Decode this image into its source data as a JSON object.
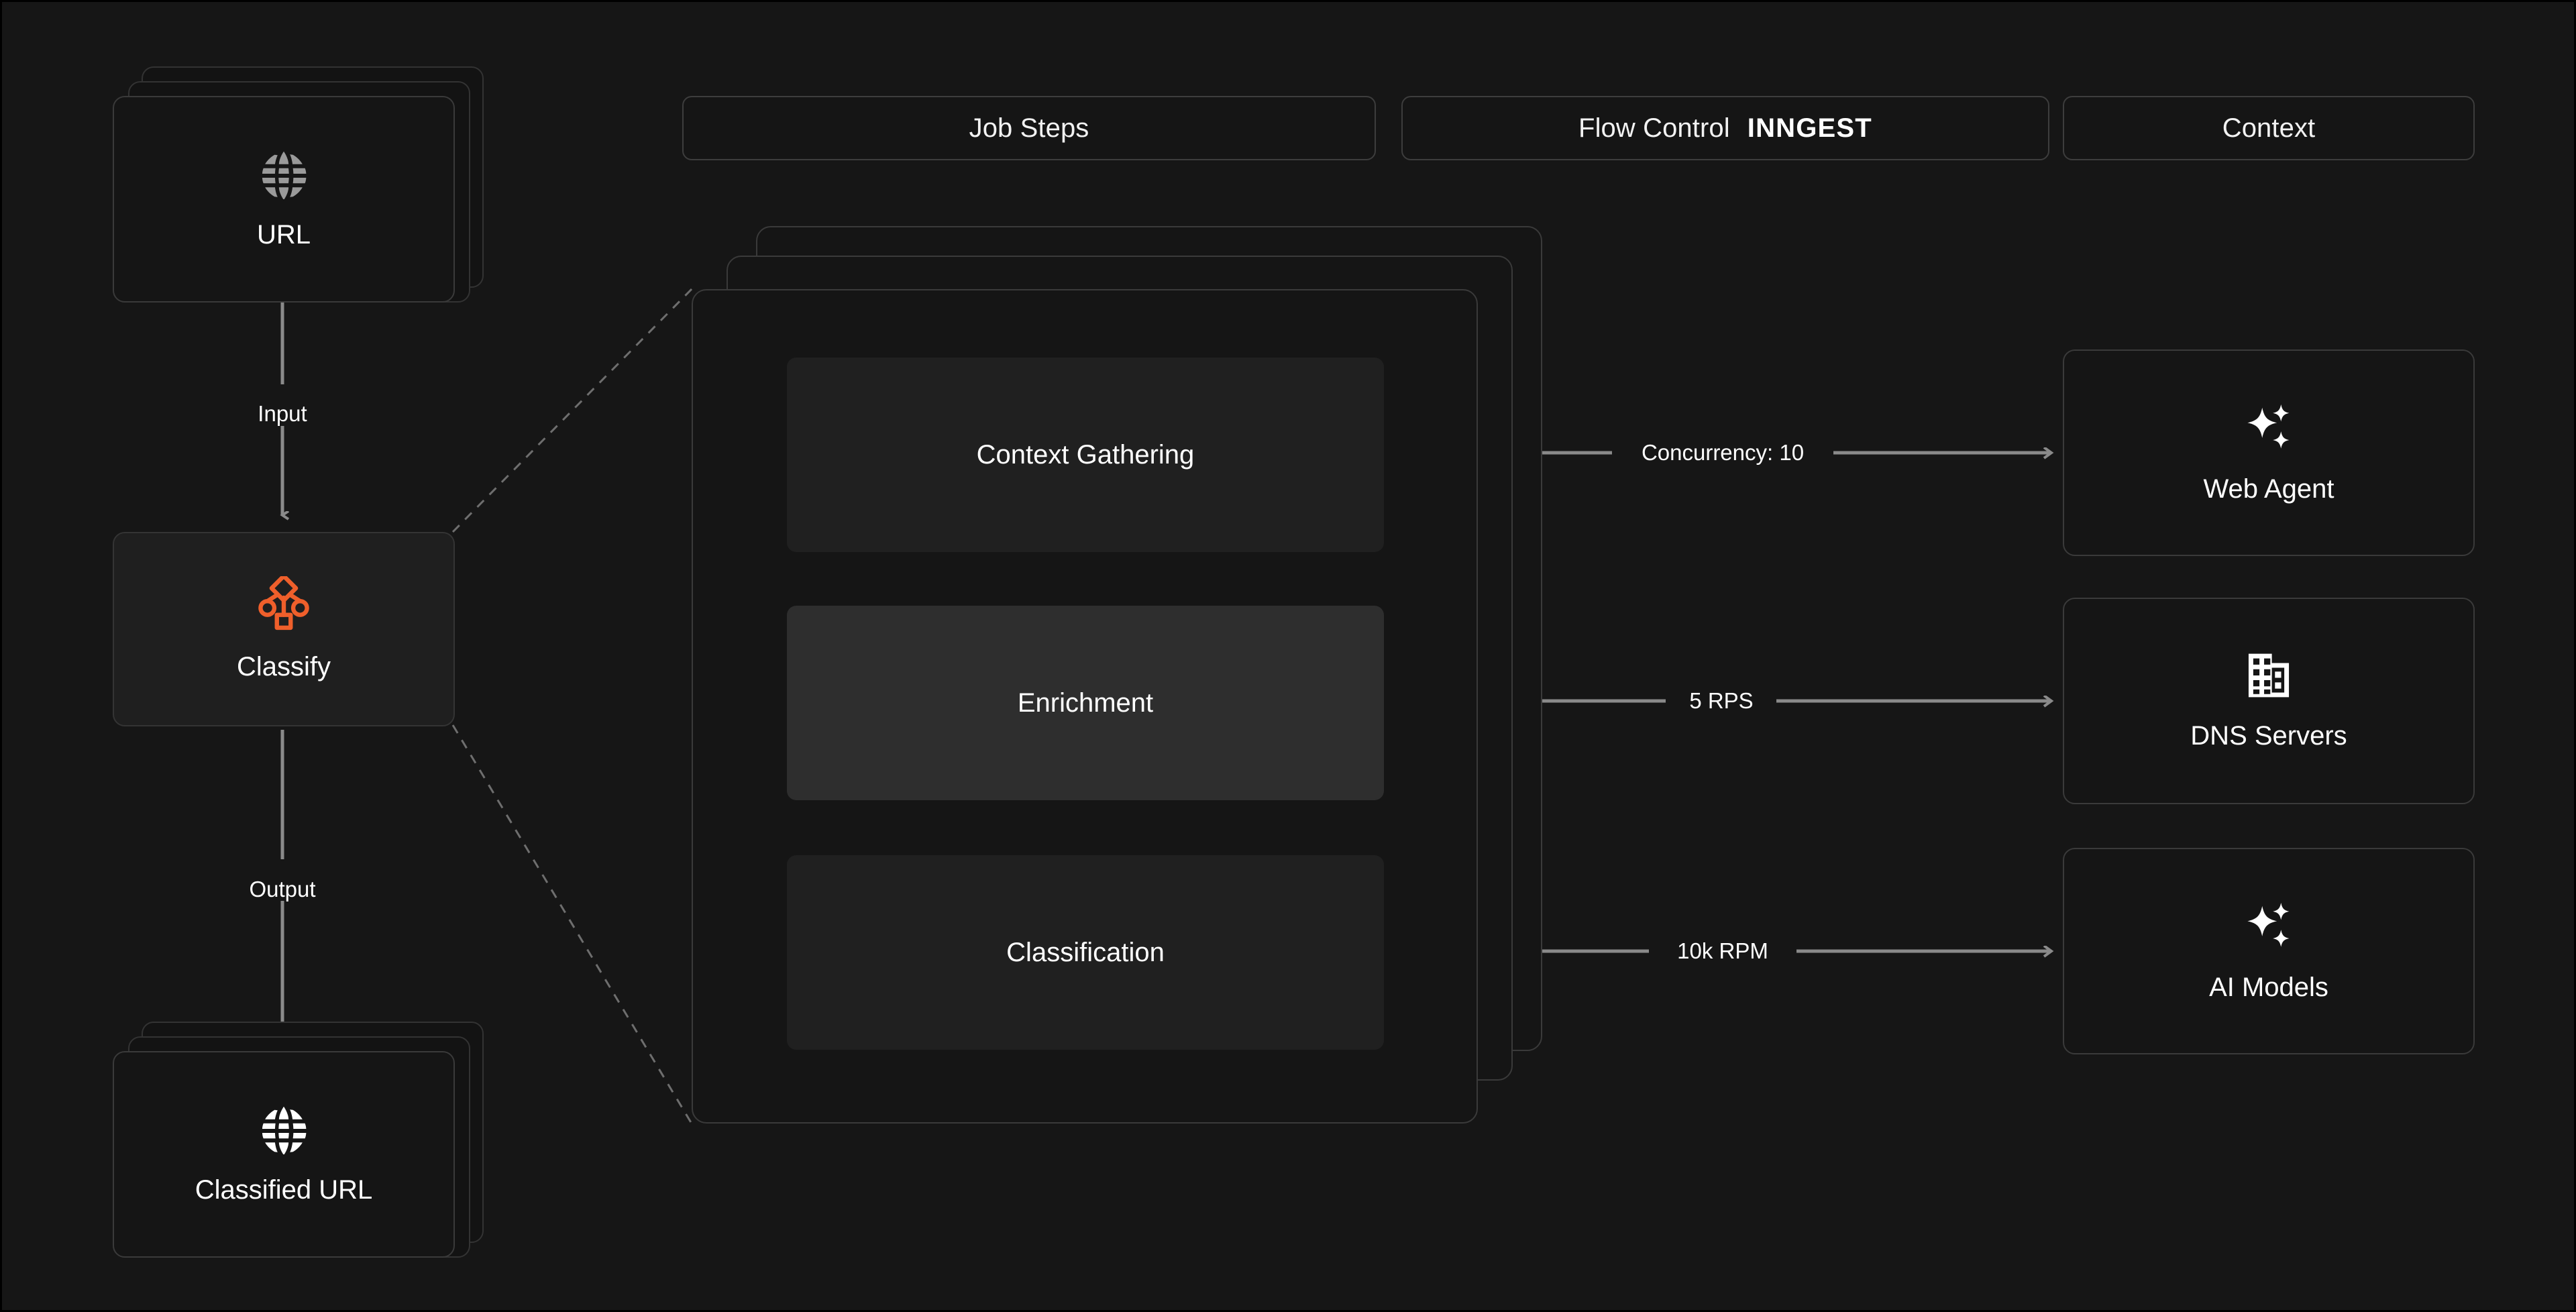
{
  "colors": {
    "background": "#161616",
    "card": "#151515",
    "card_border": "#3a3a3a",
    "step": "#202020",
    "step_active": "#2e2e2e",
    "accent_orange": "#ef5f2b",
    "text": "#ffffff",
    "edge": "#8a8a8a",
    "icon_muted": "#9a9a9a"
  },
  "headers": [
    {
      "label": "Job Steps"
    },
    {
      "label": "Flow Control",
      "logo": "INNGEST"
    },
    {
      "label": "Context"
    }
  ],
  "pipeline": {
    "input_node": {
      "label": "URL",
      "icon": "globe-icon"
    },
    "input_edge_label": "Input",
    "process_node": {
      "label": "Classify",
      "icon": "workflow-icon"
    },
    "output_edge_label": "Output",
    "output_node": {
      "label": "Classified URL",
      "icon": "globe-icon"
    }
  },
  "job_steps": [
    {
      "label": "Context Gathering",
      "active": false
    },
    {
      "label": "Enrichment",
      "active": true
    },
    {
      "label": "Classification",
      "active": false
    }
  ],
  "flow_control": [
    {
      "label": "Concurrency: 10"
    },
    {
      "label": "5 RPS"
    },
    {
      "label": "10k RPM"
    }
  ],
  "context_nodes": [
    {
      "label": "Web Agent",
      "icon": "sparkles-icon"
    },
    {
      "label": "DNS Servers",
      "icon": "building-icon"
    },
    {
      "label": "AI Models",
      "icon": "sparkles-icon"
    }
  ]
}
